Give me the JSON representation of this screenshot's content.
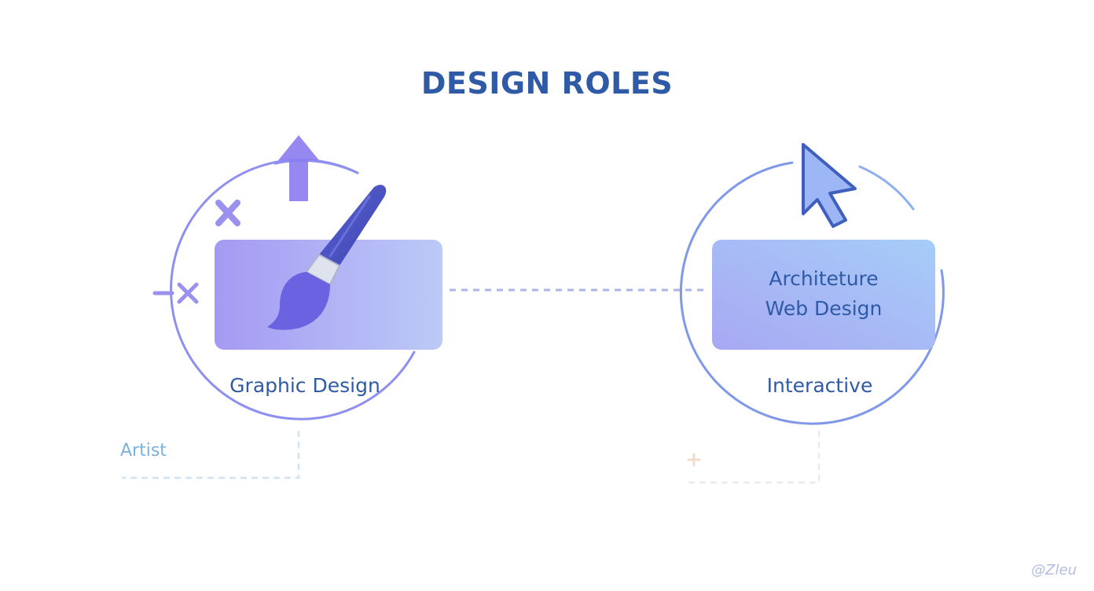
{
  "title": "DESIGN ROLES",
  "left_node": {
    "label": "Graphic Design",
    "side_label": "Artist",
    "icon": "paintbrush-icon"
  },
  "right_node": {
    "card_line1": "Architeture",
    "card_line2": "Web Design",
    "label": "Interactive",
    "icon": "cursor-arrow-icon"
  },
  "watermark": "@Zleu",
  "colors": {
    "title": "#2f5aa6",
    "text": "#2f5aa6",
    "artist": "#7ab2dc",
    "circle_left": "#8f8ff0",
    "circle_right": "#7f98ea",
    "card_left_start": "#a59af3",
    "card_left_end": "#bccaf7",
    "card_right_start": "#a8a8f3",
    "card_right_end": "#a6cdf8",
    "accent": "#8a7cf0",
    "brush": "#5057c8",
    "connector": "#a9b6e8",
    "dashed_faint": "#cfe3f3",
    "plus_faint": "#f1dccb"
  }
}
